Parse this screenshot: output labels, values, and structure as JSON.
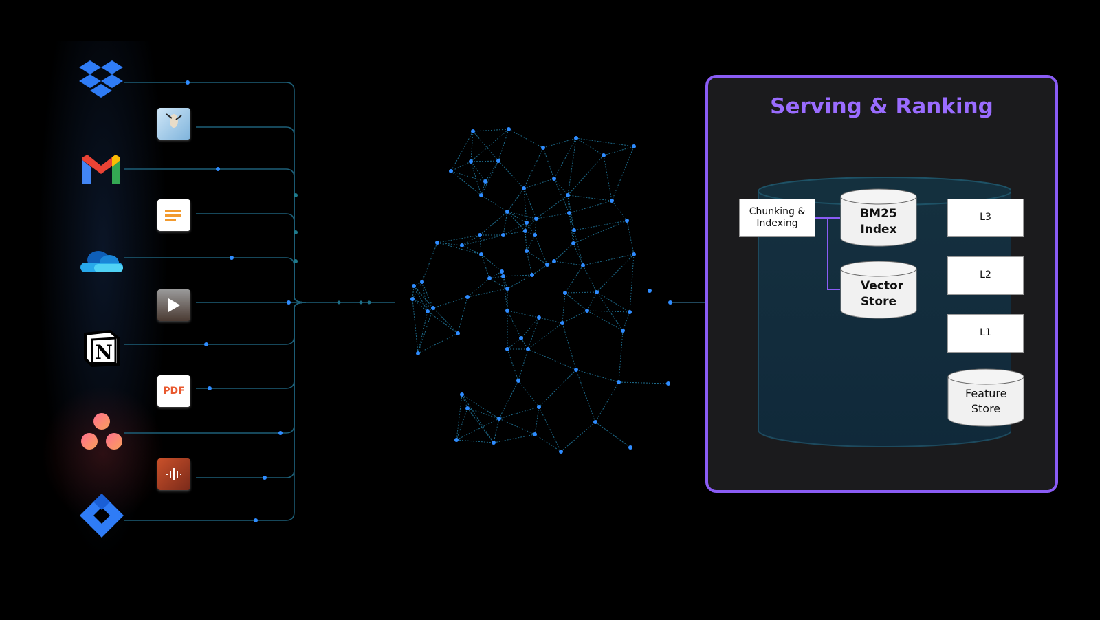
{
  "sources": {
    "apps": [
      "dropbox",
      "gmail",
      "onedrive",
      "notion",
      "asana",
      "jira"
    ],
    "files": [
      "image",
      "document",
      "video",
      "pdf",
      "audio"
    ],
    "pdf_label": "PDF"
  },
  "panel": {
    "title": "Serving & Ranking",
    "chunking": "Chunking & Indexing",
    "bm25": "BM25 Index",
    "vector": "Vector Store",
    "l3": "L3",
    "l2": "L2",
    "l1": "L1",
    "feature": "Feature Store"
  },
  "colors": {
    "accent": "#8a5cf5",
    "line": "#1f6f8b",
    "node": "#2f8cff"
  }
}
